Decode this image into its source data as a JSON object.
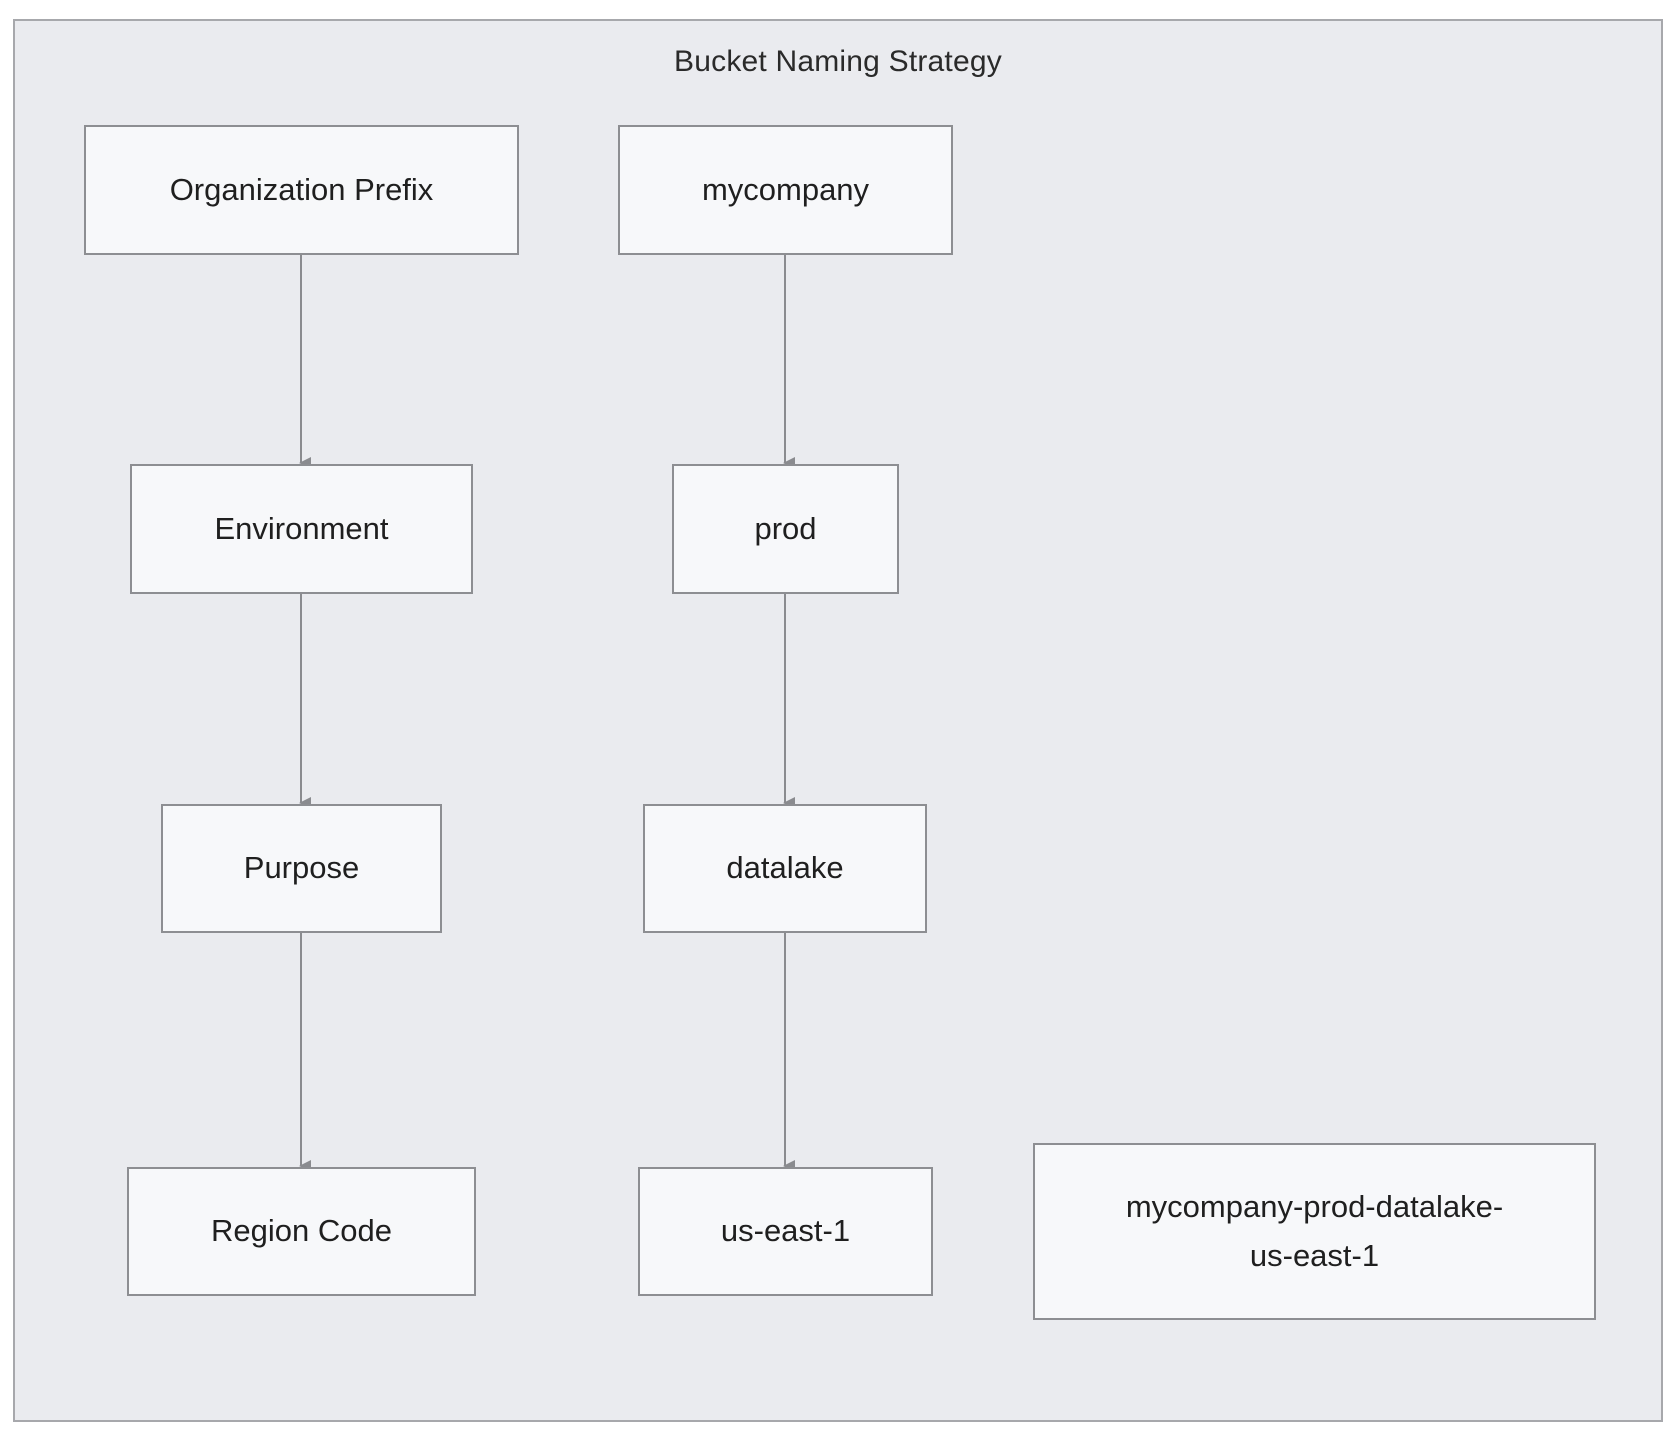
{
  "diagram": {
    "title": "Bucket Naming Strategy",
    "nodes": {
      "org_prefix": "Organization Prefix",
      "environment": "Environment",
      "purpose": "Purpose",
      "region_code": "Region Code",
      "mycompany": "mycompany",
      "prod": "prod",
      "datalake": "datalake",
      "us_east_1": "us-east-1",
      "result_line1": "mycompany-prod-datalake-",
      "result_line2": "us-east-1"
    },
    "edges": [
      {
        "from": "Organization Prefix",
        "to": "Environment"
      },
      {
        "from": "Environment",
        "to": "Purpose"
      },
      {
        "from": "Purpose",
        "to": "Region Code"
      },
      {
        "from": "mycompany",
        "to": "prod"
      },
      {
        "from": "prod",
        "to": "datalake"
      },
      {
        "from": "datalake",
        "to": "us-east-1"
      }
    ],
    "colors": {
      "background": "#eaebef",
      "node_fill": "#f7f8fa",
      "node_border": "#8d8e92",
      "edge": "#8a8b8f"
    }
  }
}
